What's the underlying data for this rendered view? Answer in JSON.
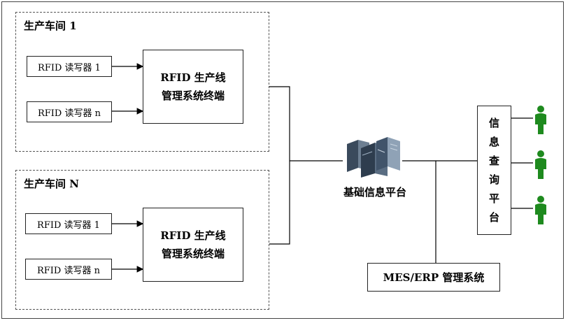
{
  "workshops": [
    {
      "title": "生产车间 1",
      "readers": [
        "RFID 读写器 1",
        "RFID 读写器 n"
      ],
      "terminal": [
        "RFID 生产线",
        "管理系统终端"
      ]
    },
    {
      "title": "生产车间 N",
      "readers": [
        "RFID 读写器 1",
        "RFID 读写器 n"
      ],
      "terminal": [
        "RFID 生产线",
        "管理系统终端"
      ]
    }
  ],
  "platform": {
    "label": "基础信息平台",
    "icon": "server-icon"
  },
  "query_platform": {
    "chars": [
      "信",
      "息",
      "查",
      "询",
      "平",
      "台"
    ]
  },
  "mes": {
    "label": "MES/ERP 管理系统"
  },
  "users": {
    "icon": "user-icon",
    "count": 3,
    "color": "#1e8a1e"
  }
}
